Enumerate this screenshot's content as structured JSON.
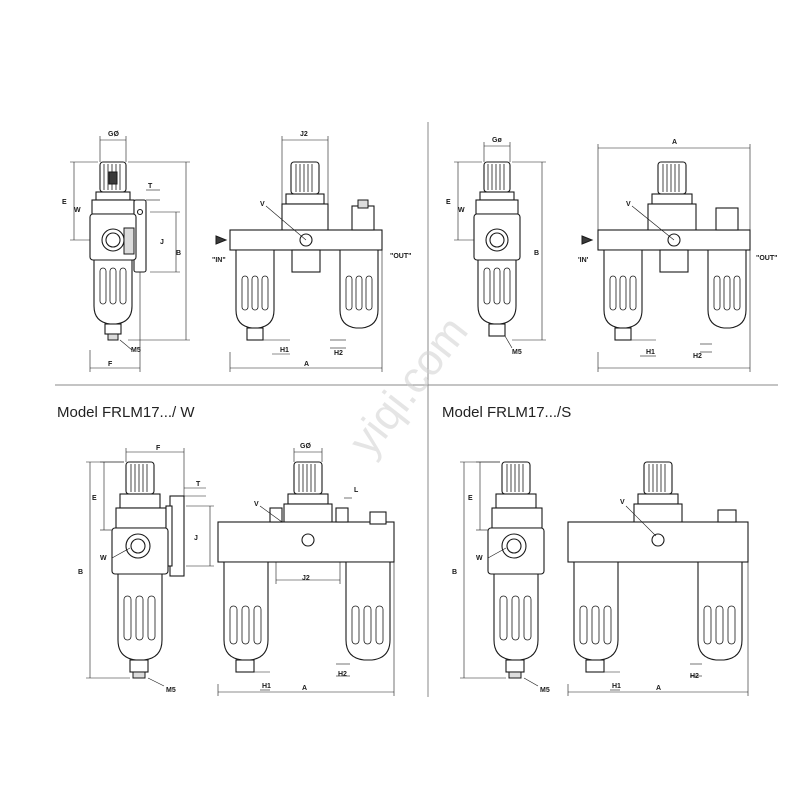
{
  "captions": {
    "w_model": "Model FRLM17.../ W",
    "s_model": "Model FRLM17.../S"
  },
  "labels": {
    "g_phi": "GØ",
    "g_phi_small": "Gø",
    "j2": "J2",
    "t": "T",
    "e": "E",
    "w": "W",
    "j": "J",
    "b": "B",
    "v": "V",
    "m5": "M5",
    "f": "F",
    "a": "A",
    "h1": "H1",
    "h2": "H2",
    "l": "L",
    "in": "\"IN\"",
    "out": "\"OUT\"",
    "in_small": "'IN'",
    "out_small": "\"OUT\""
  },
  "watermark": "yiqi.com"
}
